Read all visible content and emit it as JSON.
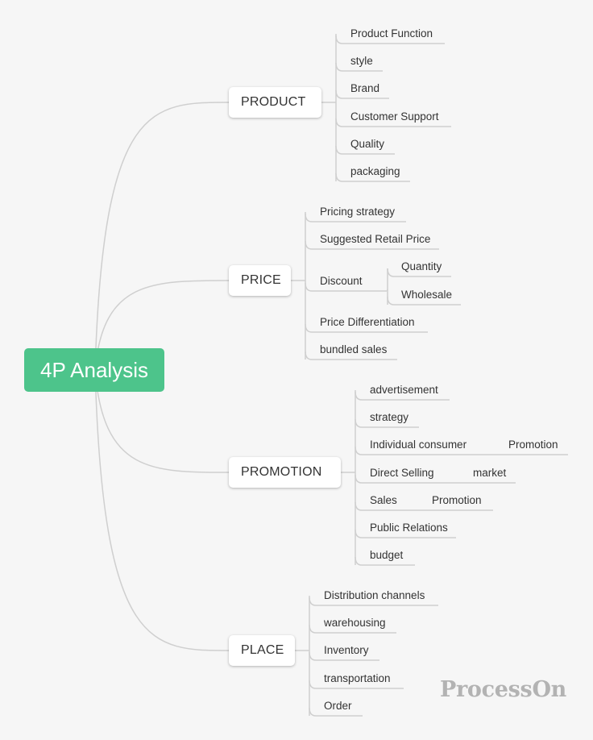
{
  "diagram": {
    "root": "4P Analysis",
    "branches": [
      {
        "label": "PRODUCT",
        "children": [
          {
            "label": "Product Function"
          },
          {
            "label": "style"
          },
          {
            "label": "Brand"
          },
          {
            "label": "Customer Support"
          },
          {
            "label": "Quality"
          },
          {
            "label": "packaging"
          }
        ]
      },
      {
        "label": "PRICE",
        "children": [
          {
            "label": "Pricing strategy"
          },
          {
            "label": "Suggested Retail Price"
          },
          {
            "label": "Discount",
            "children": [
              {
                "label": "Quantity"
              },
              {
                "label": "Wholesale"
              }
            ]
          },
          {
            "label": "Price Differentiation"
          },
          {
            "label": "bundled sales"
          }
        ]
      },
      {
        "label": "PROMOTION",
        "children": [
          {
            "label": "advertisement"
          },
          {
            "label": "strategy"
          },
          {
            "label": "Individual consumer",
            "children": [
              {
                "label": "Promotion"
              }
            ]
          },
          {
            "label": "Direct Selling",
            "children": [
              {
                "label": "market"
              }
            ]
          },
          {
            "label": "Sales",
            "children": [
              {
                "label": "Promotion"
              }
            ]
          },
          {
            "label": "Public Relations"
          },
          {
            "label": "budget"
          }
        ]
      },
      {
        "label": "PLACE",
        "children": [
          {
            "label": "Distribution channels"
          },
          {
            "label": "warehousing"
          },
          {
            "label": "Inventory"
          },
          {
            "label": "transportation"
          },
          {
            "label": "Order"
          }
        ]
      }
    ]
  },
  "watermark": "ProcessOn",
  "colors": {
    "root": "#4dc48b",
    "line": "#cfcfcf",
    "background": "#f6f6f6",
    "watermark": "#b3b3b3"
  }
}
